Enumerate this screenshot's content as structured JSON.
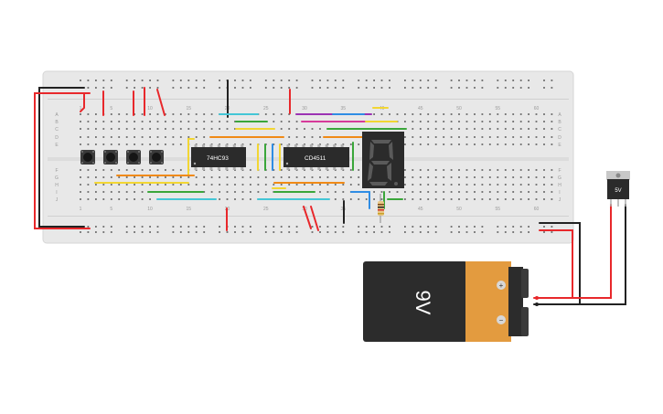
{
  "colors": {
    "board": "#e8e8e8",
    "hole": "#555555",
    "red": "#e8282b",
    "black": "#222222",
    "blue": "#2f8de4",
    "green": "#3aa63a",
    "yellow": "#f2d633",
    "orange": "#f08a16",
    "purple": "#9b33b3",
    "magenta": "#d63a9a",
    "cyan": "#44c6d6",
    "ic": "#2b2b2b",
    "battery_body": "#2c2c2c",
    "battery_cap": "#e39b3f"
  },
  "breadboard": {
    "column_numbers": [
      "1",
      "5",
      "10",
      "15",
      "20",
      "25",
      "30",
      "35",
      "40",
      "45",
      "50",
      "55",
      "60"
    ],
    "row_letters_top": [
      "A",
      "B",
      "C",
      "D",
      "E"
    ],
    "row_letters_bottom": [
      "F",
      "G",
      "H",
      "I",
      "J"
    ]
  },
  "chips": {
    "counter_label": "74HC93",
    "decoder_label": "CD4511"
  },
  "seven_segment": {
    "digit": "8",
    "icon": "seven-segment-display-icon"
  },
  "battery": {
    "label": "9V",
    "plus_symbol": "+",
    "minus_symbol": "−"
  },
  "regulator": {
    "label": "5V"
  },
  "buttons": {
    "count": 4,
    "icon": "pushbutton-icon"
  },
  "resistor": {
    "icon": "resistor-icon"
  }
}
